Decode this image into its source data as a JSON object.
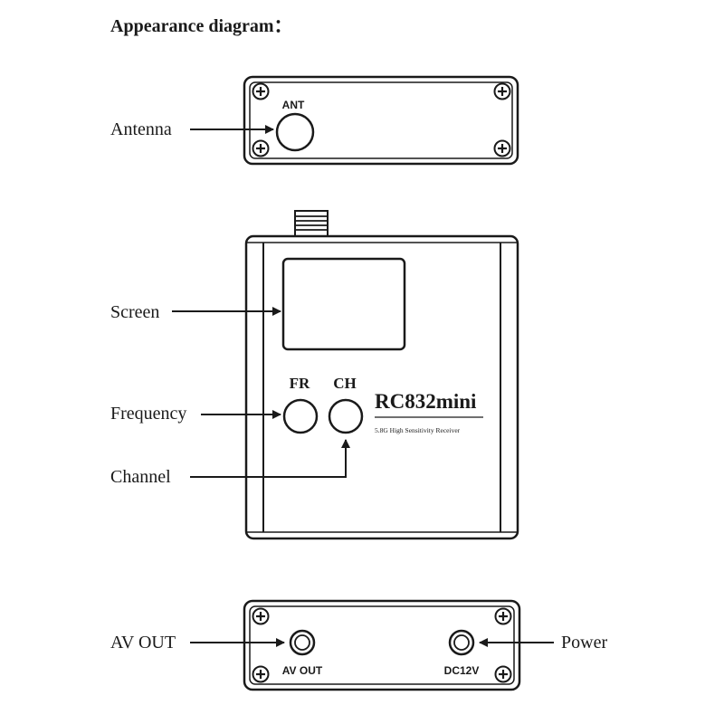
{
  "title": "Appearance diagram：",
  "callouts": {
    "antenna": "Antenna",
    "screen": "Screen",
    "frequency": "Frequency",
    "channel": "Channel",
    "av_out": "AV OUT",
    "power": "Power"
  },
  "top_panel": {
    "ant_label": "ANT"
  },
  "front_panel": {
    "fr_label": "FR",
    "ch_label": "CH",
    "model": "RC832mini",
    "tagline": "5.8G High Sensitivity Receiver"
  },
  "bottom_panel": {
    "av_out_label": "AV OUT",
    "dc_label": "DC12V"
  },
  "colors": {
    "line": "#1a1a1a",
    "background": "#ffffff"
  }
}
